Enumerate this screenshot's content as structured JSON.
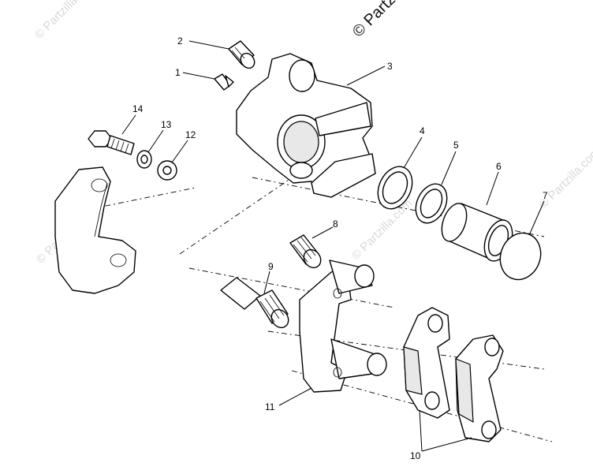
{
  "watermark": {
    "main": "© Partzilla",
    "repeat": "© Partzilla.com"
  },
  "callouts": [
    "1",
    "2",
    "3",
    "4",
    "5",
    "6",
    "7",
    "8",
    "9",
    "10",
    "11",
    "12",
    "13",
    "14"
  ]
}
